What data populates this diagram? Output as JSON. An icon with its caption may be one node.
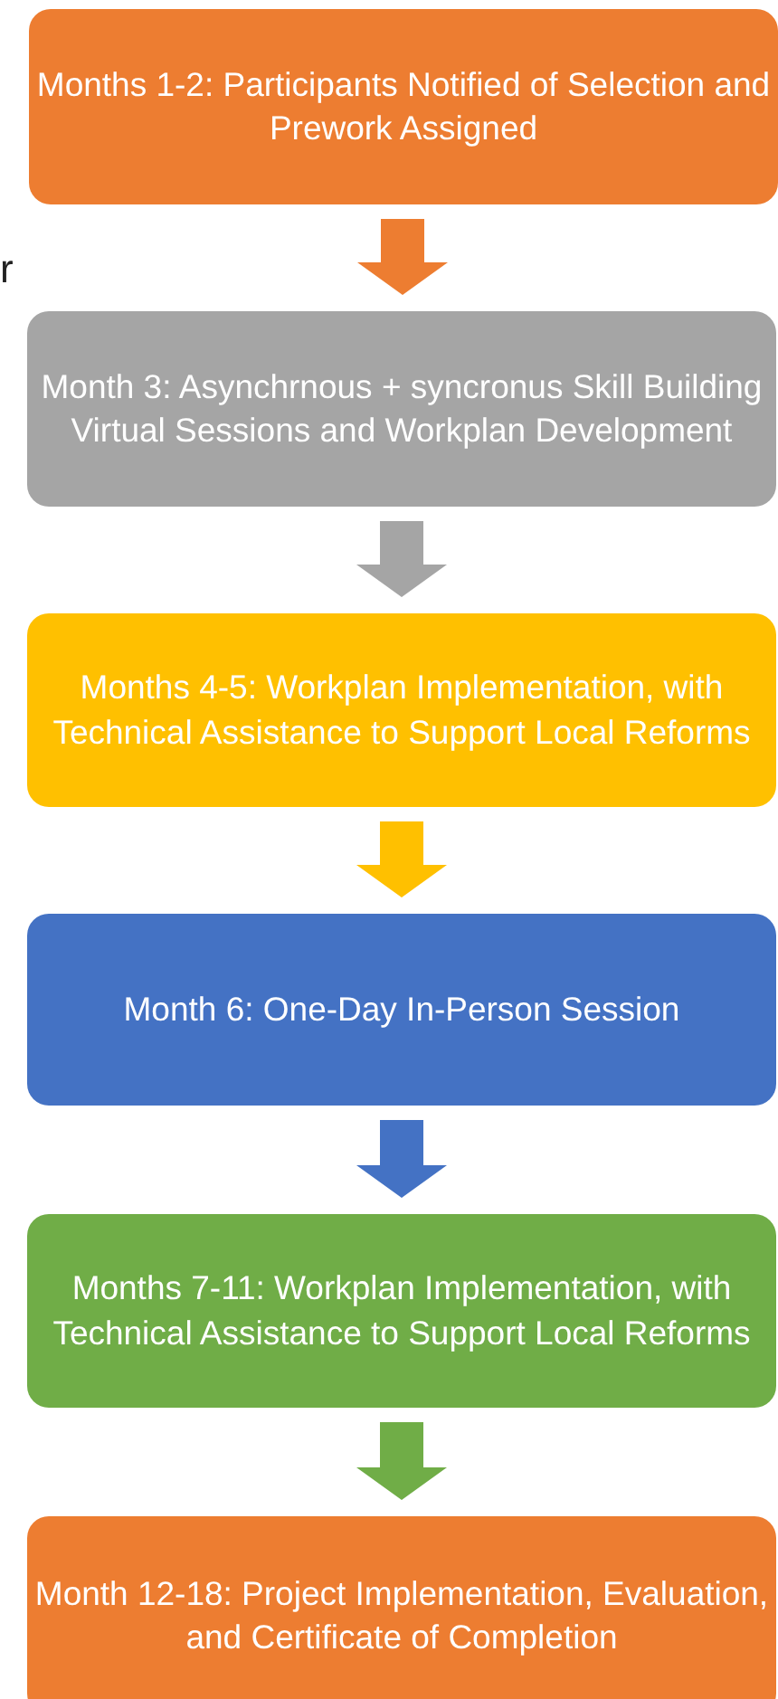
{
  "diagram": {
    "nodes": [
      {
        "text": [
          "Months 1-2: Participants Notified of Selection and Prework Assigned"
        ]
      },
      {
        "text": [
          "Month 3: Asynchrnous + syncronus Skill Building Virtual Sessions and Workplan Development"
        ]
      },
      {
        "text": [
          "Months 4-5: Workplan Implementation, with Technical Assistance to Support Local Reforms"
        ]
      },
      {
        "text": [
          "Month 6: One-Day In-Person Session"
        ]
      },
      {
        "text": [
          "Months 7-11: Workplan Implementation, with Technical Assistance to Support Local Reforms"
        ]
      },
      {
        "text": [
          "Month 12-18: Project Implementation, Evaluation, and Certificate of Completion"
        ]
      }
    ],
    "edges": [
      {
        "from": 0,
        "to": 1,
        "arrow": "to",
        "color": "#ed7d31"
      },
      {
        "from": 1,
        "to": 2,
        "arrow": "to",
        "color": "#a5a5a5"
      },
      {
        "from": 2,
        "to": 3,
        "arrow": "to",
        "color": "#ffc000"
      },
      {
        "from": 3,
        "to": 4,
        "arrow": "to",
        "color": "#4472c4"
      },
      {
        "from": 4,
        "to": 5,
        "arrow": "to",
        "color": "#70ad47"
      }
    ],
    "labels": [
      "r"
    ]
  }
}
